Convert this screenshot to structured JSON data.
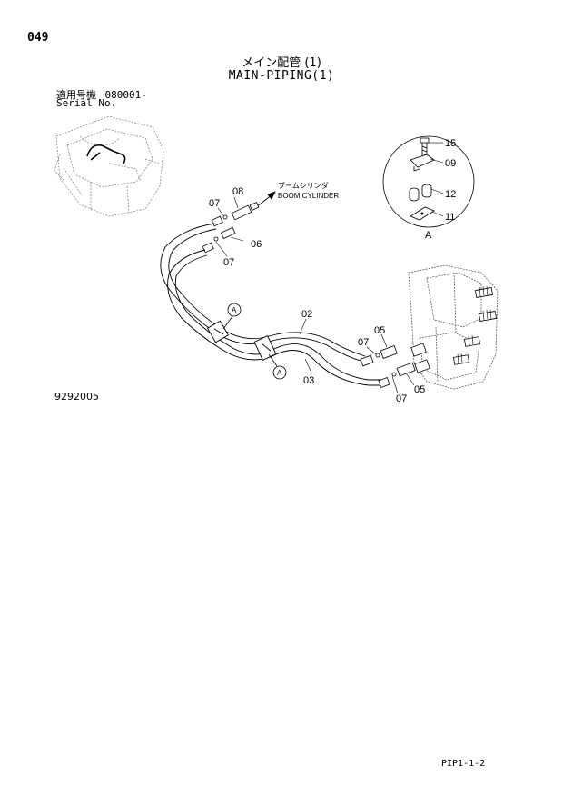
{
  "header": {
    "page_number": "049",
    "title_jp": "メイン配管 (1)",
    "title_en": "MAIN-PIPING(1)"
  },
  "serial": {
    "label_jp": "適用号機",
    "value": "080001-",
    "label_en": "Serial No."
  },
  "callouts": {
    "p15": "15",
    "p09": "09",
    "p12": "12",
    "p11": "11",
    "detail_a": "A",
    "p08": "08",
    "p07_a": "07",
    "p06": "06",
    "p07_b": "07",
    "p02": "02",
    "p03": "03",
    "p05_a": "05",
    "p07_c": "07",
    "p05_b": "05",
    "p07_d": "07",
    "ref_a_upper": "A",
    "ref_a_lower": "A"
  },
  "boom_cylinder": {
    "label_jp": "ブームシリンダ",
    "label_en": "BOOM CYLINDER"
  },
  "footer": {
    "drawing_number": "9292005",
    "sheet_ref": "PIP1-1-2"
  }
}
